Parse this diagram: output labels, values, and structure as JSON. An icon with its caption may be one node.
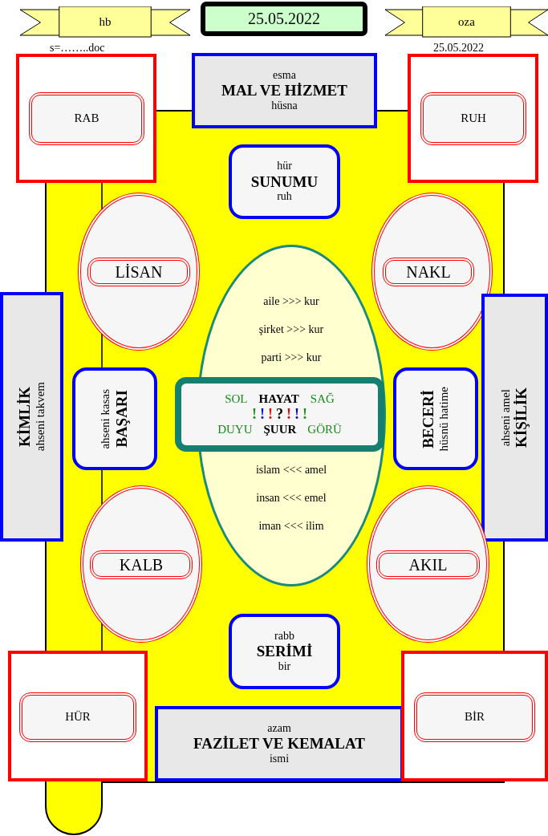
{
  "diagram": {
    "nodes": [
      {
        "text": [
          "hb"
        ],
        "beside": [
          "s=……..doc"
        ]
      },
      {
        "text": [
          "25.05.2022"
        ]
      },
      {
        "text": [
          "oza"
        ],
        "beside": [
          "25.05.2022"
        ]
      },
      {
        "text": [],
        "shape": "box"
      },
      {
        "text": [
          "RAB"
        ],
        "in": 3
      },
      {
        "text": [
          "esma",
          "MAL VE HİZMET",
          "hüsna"
        ]
      },
      {
        "text": [],
        "shape": "box"
      },
      {
        "text": [
          "RUH"
        ],
        "in": 6
      },
      {
        "text": [
          "hür",
          "SUNUMU",
          "ruh"
        ]
      },
      {
        "text": [],
        "shape": "ellipse"
      },
      {
        "text": [
          "LİSAN"
        ],
        "in": 9
      },
      {
        "text": [],
        "shape": "ellipse"
      },
      {
        "text": [
          "NAKL"
        ],
        "in": 11
      },
      {
        "text": [
          "aile >>> kur",
          "şirket >>> kur",
          "parti >>> kur",
          "islam <<< amel",
          "insan <<< emel",
          "iman <<< ilim"
        ]
      },
      {
        "text": [
          "KİMLİK",
          "ahseni takvem"
        ]
      },
      {
        "text": [
          "ahseni kasas",
          "BAŞARI"
        ]
      },
      {
        "text": [
          "SOL",
          "HAYAT",
          "SAĞ",
          "! ! ! ? ! ! !",
          "DUYU",
          "ŞUUR",
          "GÖRÜ"
        ]
      },
      {
        "text": [
          "BECERİ",
          "hüsnü hatime"
        ]
      },
      {
        "text": [
          "ahseni amel",
          "KİŞİLİK"
        ]
      },
      {
        "text": [],
        "shape": "ellipse"
      },
      {
        "text": [
          "KALB"
        ],
        "in": 19
      },
      {
        "text": [],
        "shape": "ellipse"
      },
      {
        "text": [
          "AKIL"
        ],
        "in": 21
      },
      {
        "text": [
          "rabb",
          "SERİMİ",
          "bir"
        ]
      },
      {
        "text": [],
        "shape": "box"
      },
      {
        "text": [
          "HÜR"
        ],
        "in": 24
      },
      {
        "text": [
          "azam",
          "FAZİLET VE KEMALAT",
          "ismi"
        ]
      },
      {
        "text": [],
        "shape": "box"
      },
      {
        "text": [
          "BİR"
        ],
        "in": 27
      }
    ]
  }
}
